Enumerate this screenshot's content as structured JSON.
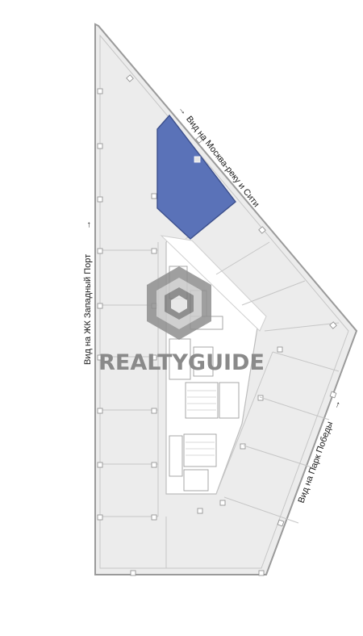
{
  "view_labels": {
    "north_east": "Вид на Москва-реку и Сити",
    "west": "Вид на ЖК Западный Порт",
    "south_east": "Вид на Парк Победы"
  },
  "watermark": {
    "text": "REALTYGUIDE"
  },
  "colors": {
    "highlight_unit": "#5a72b8",
    "floor_fill": "#ececec",
    "outer_wall": "#9a9a9a",
    "partition": "#c6c6c6",
    "core_fill": "#ffffff",
    "watermark": "#8a8a8a"
  }
}
